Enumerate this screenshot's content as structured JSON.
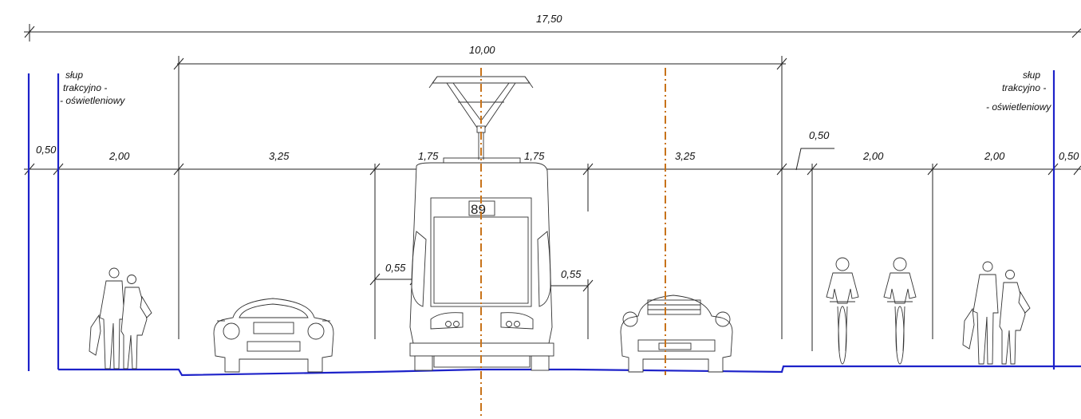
{
  "dimensions": {
    "total_width": "17,50",
    "road_width": "10,00",
    "left_edge": "0,50",
    "left_sidewalk": "2,00",
    "left_lane": "3,25",
    "tram_left": "1,75",
    "tram_right": "1,75",
    "right_lane": "3,25",
    "separator": "0,50",
    "bike_path": "2,00",
    "right_sidewalk": "2,00",
    "right_edge": "0,50",
    "tram_clearance_left": "0,55",
    "tram_clearance_right": "0,55"
  },
  "labels": {
    "pole_left": [
      "słup",
      "trakcyjno -",
      "- oświetleniowy"
    ],
    "pole_right": [
      "słup",
      "trakcyjno -",
      "- oświetleniowy"
    ],
    "tram_number": "89"
  },
  "colors": {
    "curb_line": "#1d22c9",
    "axis_line": "#c8731a",
    "drawing": "#222222"
  }
}
